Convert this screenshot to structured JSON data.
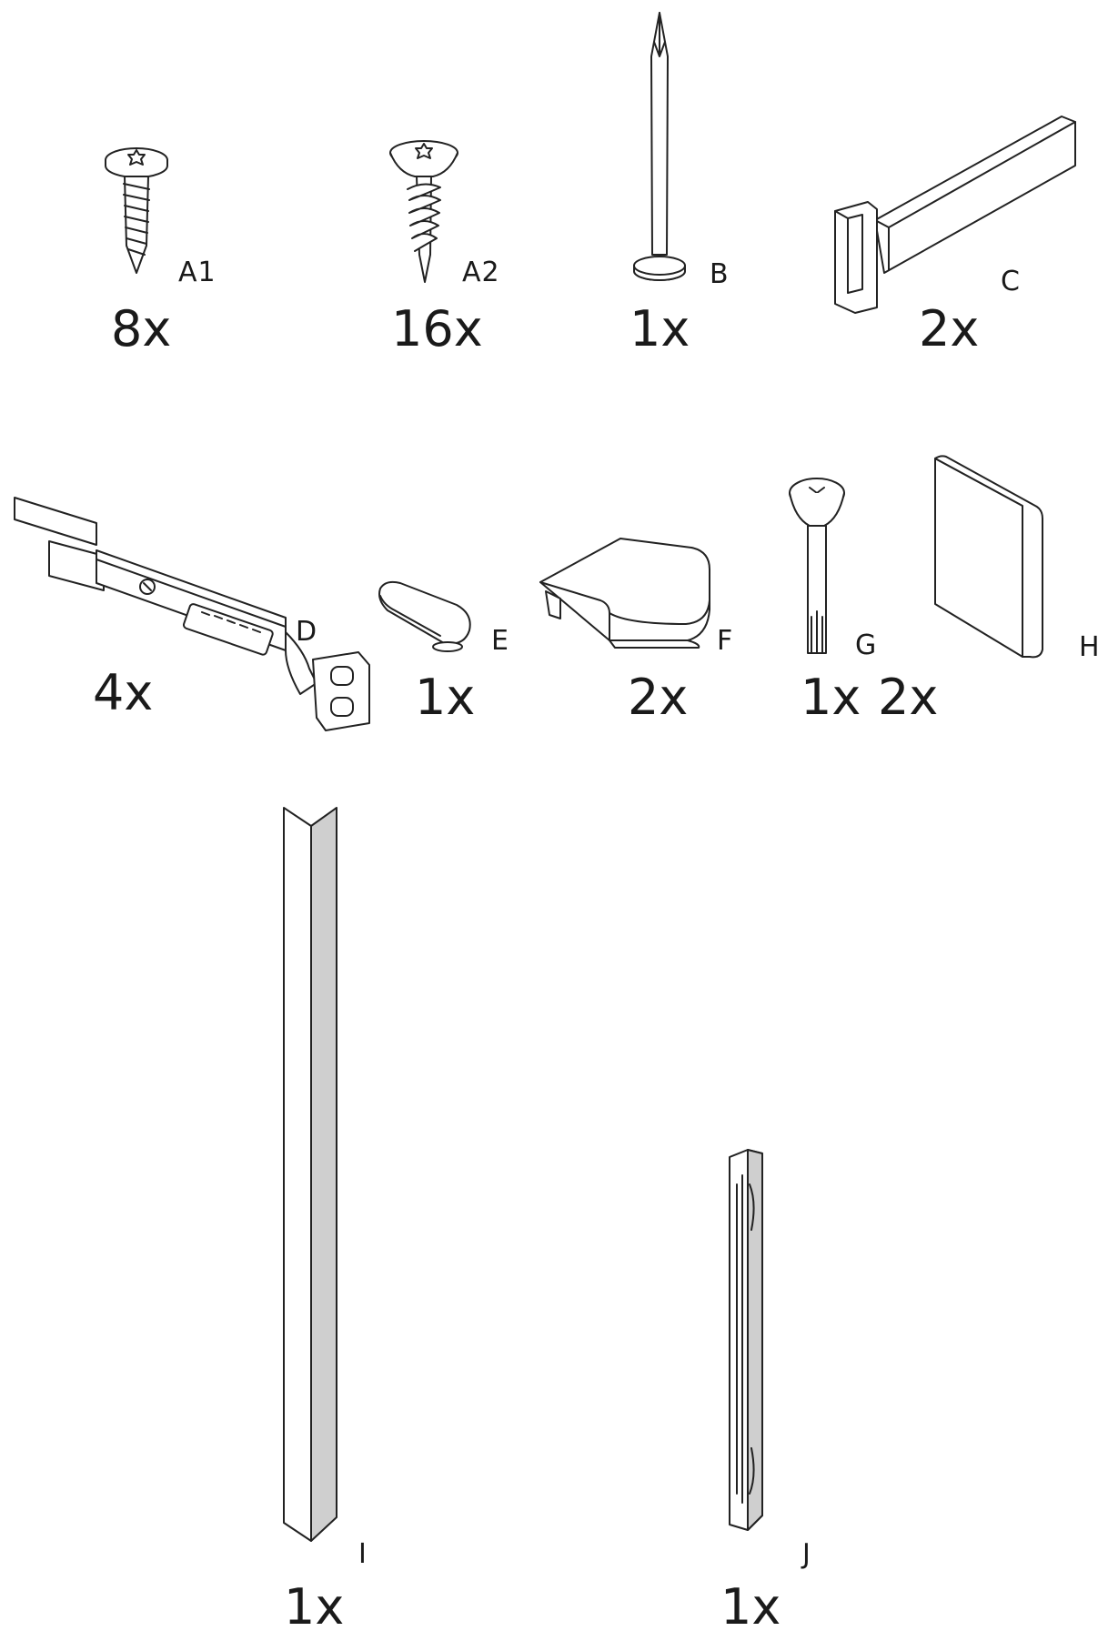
{
  "parts": [
    {
      "id": "a1",
      "label": "A1",
      "quantity": "8x"
    },
    {
      "id": "a2",
      "label": "A2",
      "quantity": "16x"
    },
    {
      "id": "b",
      "label": "B",
      "quantity": "1x"
    },
    {
      "id": "c",
      "label": "C",
      "quantity": "2x"
    },
    {
      "id": "d",
      "label": "D",
      "quantity": "4x"
    },
    {
      "id": "e",
      "label": "E",
      "quantity": "1x"
    },
    {
      "id": "f",
      "label": "F",
      "quantity": "2x"
    },
    {
      "id": "g",
      "label": "G",
      "quantity": "1x"
    },
    {
      "id": "h",
      "label": "H",
      "quantity": "2x"
    },
    {
      "id": "i",
      "label": "I",
      "quantity": "1x"
    },
    {
      "id": "j",
      "label": "J",
      "quantity": "1x"
    }
  ],
  "icons": {
    "a1": "pan-head-screw-icon",
    "a2": "countersunk-screw-icon",
    "b": "nail-icon",
    "c": "bracket-rail-icon",
    "d": "hinge-bracket-icon",
    "e": "oval-cap-icon",
    "f": "square-cap-icon",
    "g": "phillips-bolt-icon",
    "h": "panel-pad-icon",
    "i": "angle-profile-icon",
    "j": "channel-profile-icon"
  }
}
